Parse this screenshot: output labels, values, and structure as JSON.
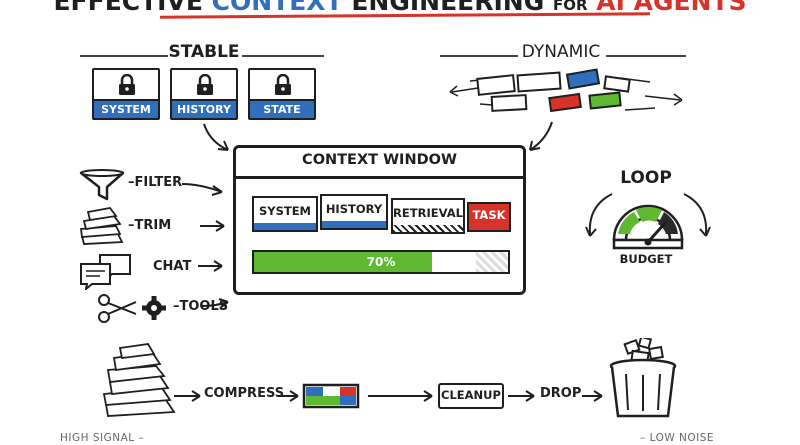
{
  "title": {
    "part1": "EFFECTIVE",
    "part2": "CONTEXT",
    "part3": "ENGINEERING",
    "part4": "FOR",
    "part5": "AI AGENTS"
  },
  "stable": {
    "title": "STABLE",
    "cards": [
      "SYSTEM",
      "HISTORY",
      "STATE"
    ]
  },
  "dynamic": {
    "title": "DYNAMIC"
  },
  "context_window": {
    "title": "CONTEXT WINDOW",
    "slots": [
      "SYSTEM",
      "HISTORY",
      "RETRIEVAL",
      "TASK"
    ],
    "progress_label": "70%",
    "progress_value": 0.7
  },
  "techniques": [
    "FILTER",
    "TRIM",
    "CHAT",
    "TOOLS"
  ],
  "loop": {
    "title": "LOOP",
    "gauge_label": "BUDGET"
  },
  "pipeline": {
    "steps": [
      "COMPRESS",
      "CLEANUP",
      "DROP"
    ],
    "left_label": "HIGH SIGNAL",
    "right_label": "LOW NOISE"
  },
  "colors": {
    "blue": "#2f6fbd",
    "red": "#d6342b",
    "green": "#5fb832",
    "ink": "#1f1f1f"
  }
}
